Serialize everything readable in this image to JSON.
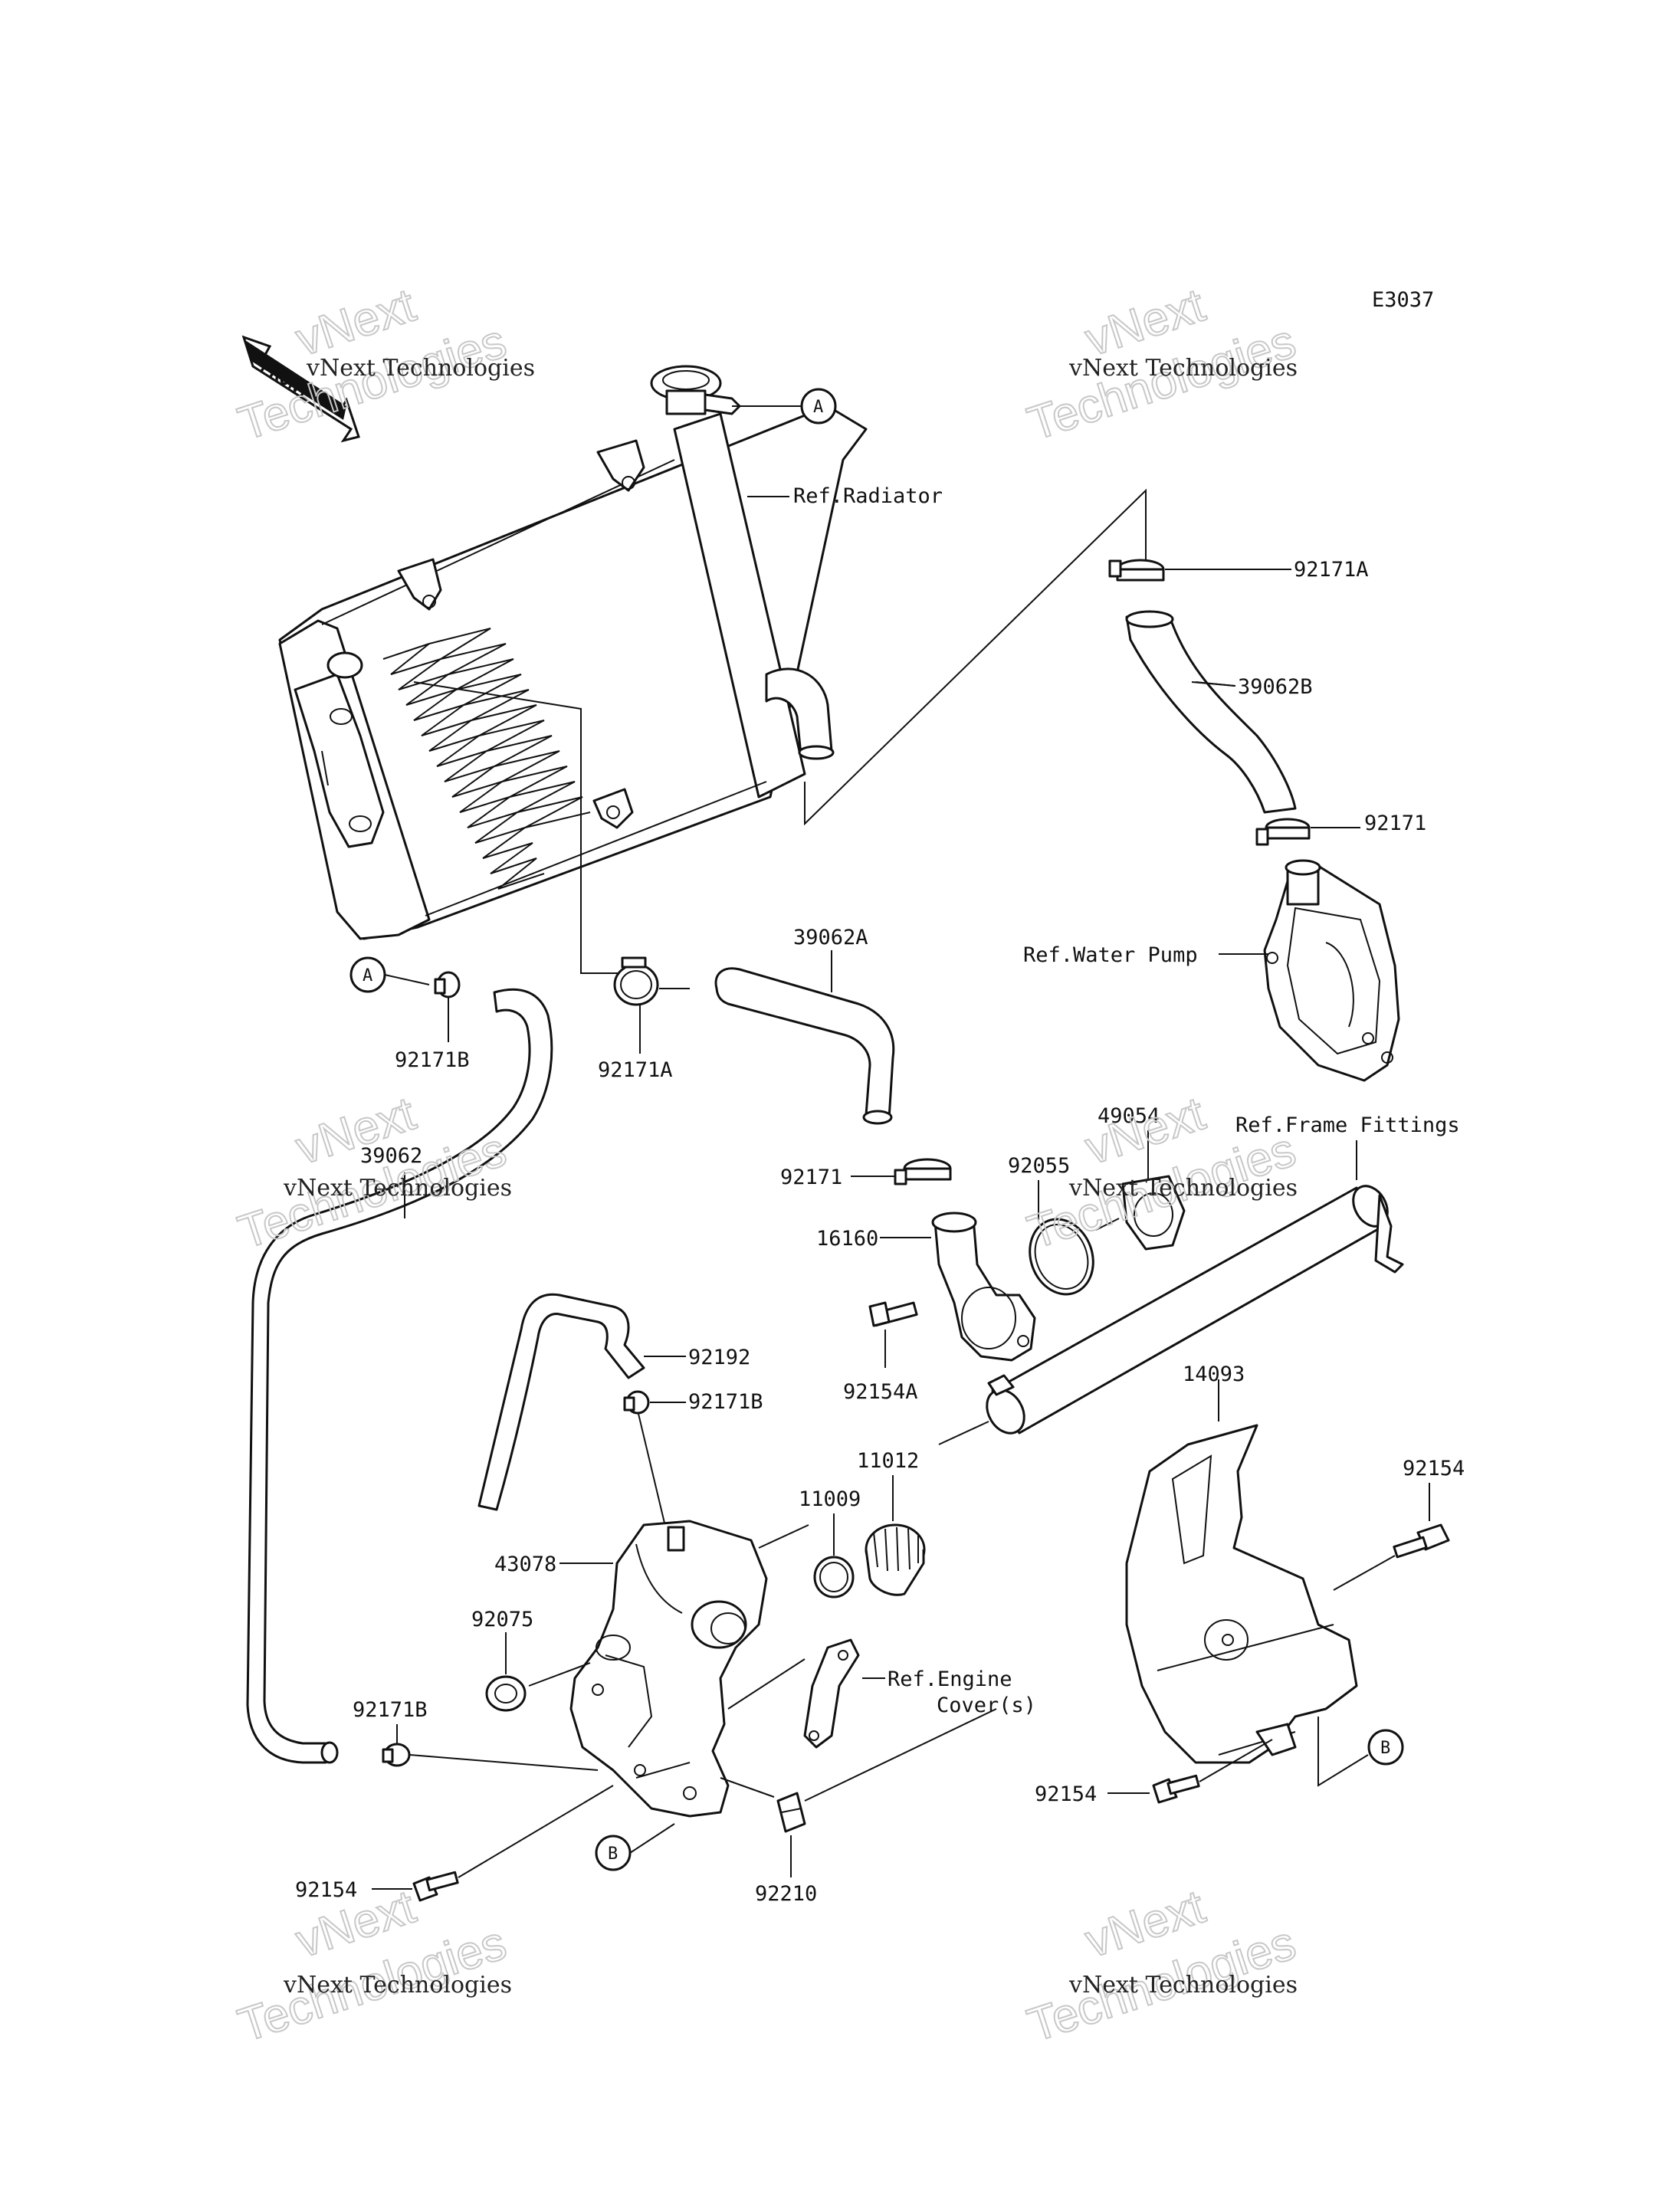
{
  "diagram_code": "E3037",
  "front_label": "FRONT",
  "watermark": {
    "line1": "vNext Technologies",
    "line2a": "vNext",
    "line2b": "Technologies"
  },
  "refs": {
    "radiator": "Ref.Radiator",
    "water_pump": "Ref.Water Pump",
    "frame_fittings": "Ref.Frame Fittings",
    "engine_cover_1": "Ref.Engine",
    "engine_cover_2": "Cover(s)"
  },
  "parts": {
    "p92171A_top": "92171A",
    "p39062B": "39062B",
    "p92171_right": "92171",
    "p39062A": "39062A",
    "p92171B_left": "92171B",
    "p92171A_mid": "92171A",
    "p92171_mid": "92171",
    "p49054": "49054",
    "p92055": "92055",
    "p16160": "16160",
    "p39062": "39062",
    "p92192": "92192",
    "p92154A": "92154A",
    "p92171B_mid": "92171B",
    "p14093": "14093",
    "p11012": "11012",
    "p92154_right": "92154",
    "p11009": "11009",
    "p43078": "43078",
    "p92075": "92075",
    "p92171B_low": "92171B",
    "p92154_bottom_right": "92154",
    "p92154_bottom_left": "92154",
    "p92210": "92210"
  },
  "callouts": {
    "a_top": "A",
    "a_left": "A",
    "b_right": "B",
    "b_bottom": "B"
  }
}
